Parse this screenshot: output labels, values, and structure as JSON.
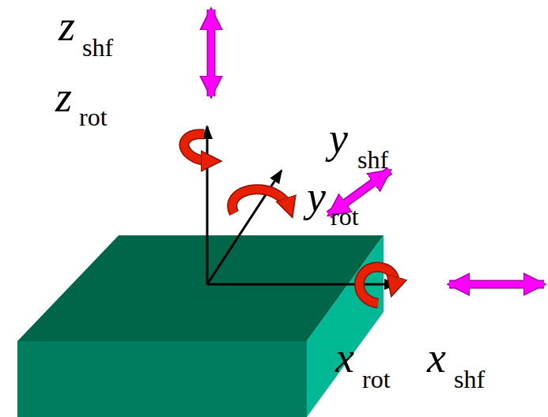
{
  "diagram": {
    "labels": [
      "z",
      "shf",
      "z",
      "rot",
      "y",
      "shf",
      "y",
      "rot",
      "x",
      "rot",
      "x",
      "shf"
    ]
  }
}
